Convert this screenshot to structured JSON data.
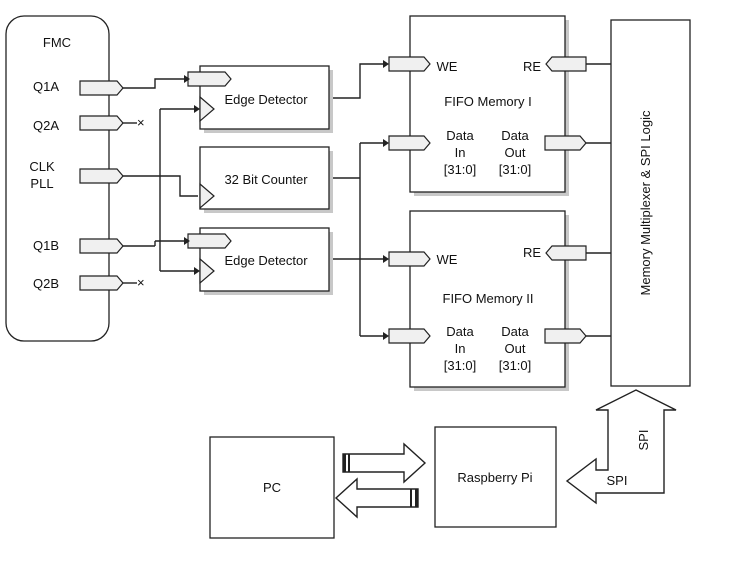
{
  "fmc": {
    "title": "FMC",
    "ports": {
      "q1a": "Q1A",
      "q2a": "Q2A",
      "clk": "CLK",
      "pll": "PLL",
      "q1b": "Q1B",
      "q2b": "Q2B"
    }
  },
  "edge_detector_top": "Edge Detector",
  "counter": "32 Bit Counter",
  "edge_detector_bottom": "Edge Detector",
  "fifo_1": {
    "title": "FIFO Memory I",
    "we": "WE",
    "re": "RE",
    "data_in": [
      "Data",
      "In",
      "[31:0]"
    ],
    "data_out": [
      "Data",
      "Out",
      "[31:0]"
    ]
  },
  "fifo_2": {
    "title": "FIFO Memory II",
    "we": "WE",
    "re": "RE",
    "data_in": [
      "Data",
      "In",
      "[31:0]"
    ],
    "data_out": [
      "Data",
      "Out",
      "[31:0]"
    ]
  },
  "mux": "Memory Multiplexer & SPI Logic",
  "pc": "PC",
  "raspberry_pi": "Raspberry Pi",
  "spi_vertical": "SPI",
  "spi_horizontal": "SPI"
}
